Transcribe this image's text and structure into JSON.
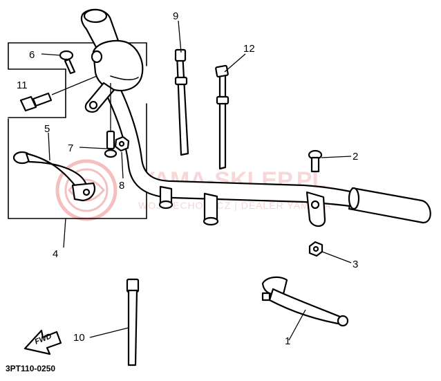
{
  "diagram": {
    "drawing_code": "3PT110-0250",
    "direction_label": "FWD",
    "callouts": [
      {
        "id": "1",
        "label": "1"
      },
      {
        "id": "2",
        "label": "2"
      },
      {
        "id": "3",
        "label": "3"
      },
      {
        "id": "4",
        "label": "4"
      },
      {
        "id": "5",
        "label": "5"
      },
      {
        "id": "6",
        "label": "6"
      },
      {
        "id": "7",
        "label": "7"
      },
      {
        "id": "8",
        "label": "8"
      },
      {
        "id": "9",
        "label": "9"
      },
      {
        "id": "10",
        "label": "10"
      },
      {
        "id": "11",
        "label": "11"
      },
      {
        "id": "12",
        "label": "12"
      }
    ]
  },
  "watermark": {
    "brand": "YAMA-SKLEP.PL",
    "subtitle": "WOJCIECHOWICZ | DEALER YAMAHA",
    "color": "#e84a4a"
  }
}
